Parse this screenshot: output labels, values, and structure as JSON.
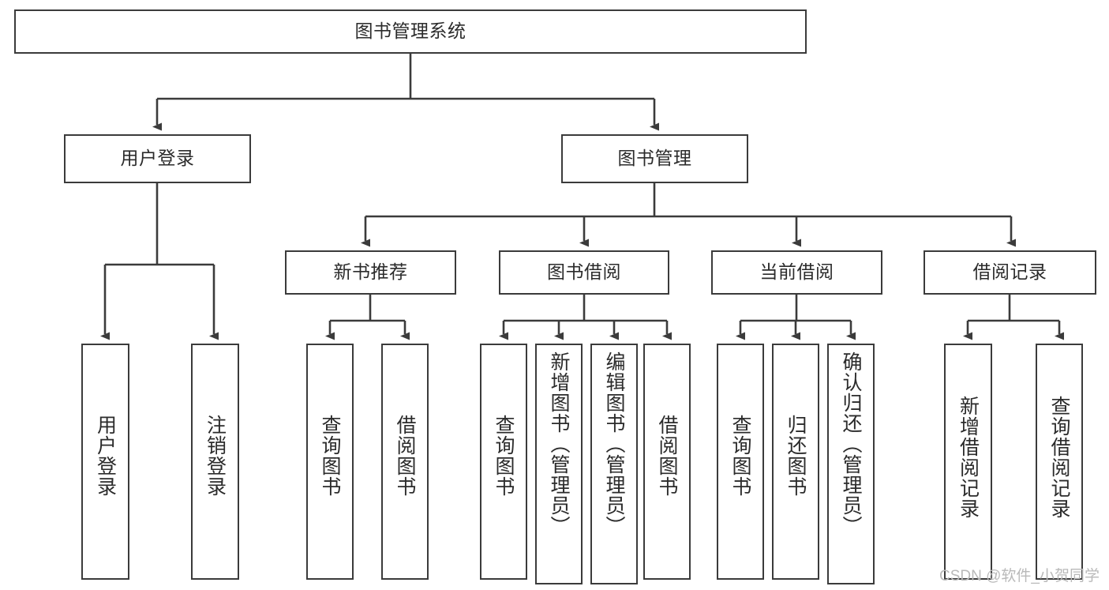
{
  "diagram": {
    "type": "tree-hierarchy",
    "title": "图书管理系统",
    "colors": {
      "box_border": "#3b3b3b",
      "box_fill": "#ffffff",
      "edge": "#3b3b3b",
      "text": "#2b2b2b",
      "watermark": "#b9b9b9",
      "background": "#ffffff"
    },
    "levels": {
      "root": {
        "label": "图书管理系统"
      },
      "level2": [
        {
          "label": "用户登录"
        },
        {
          "label": "图书管理"
        }
      ],
      "level3": [
        {
          "label": "新书推荐"
        },
        {
          "label": "图书借阅"
        },
        {
          "label": "当前借阅"
        },
        {
          "label": "借阅记录"
        }
      ],
      "leaves": {
        "user_login": [
          {
            "label": "用户登录"
          },
          {
            "label": "注销登录"
          }
        ],
        "new_book_recommend": [
          {
            "label": "查询图书"
          },
          {
            "label": "借阅图书"
          }
        ],
        "book_borrow": [
          {
            "label": "查询图书"
          },
          {
            "label": "新增图书（管理员）"
          },
          {
            "label": "编辑图书（管理员）"
          },
          {
            "label": "借阅图书"
          }
        ],
        "current_borrow": [
          {
            "label": "查询图书"
          },
          {
            "label": "归还图书"
          },
          {
            "label": "确认归还（管理员）"
          }
        ],
        "borrow_record": [
          {
            "label": "新增借阅记录"
          },
          {
            "label": "查询借阅记录"
          }
        ]
      }
    },
    "watermark": "CSDN @软件_小贺同学"
  }
}
